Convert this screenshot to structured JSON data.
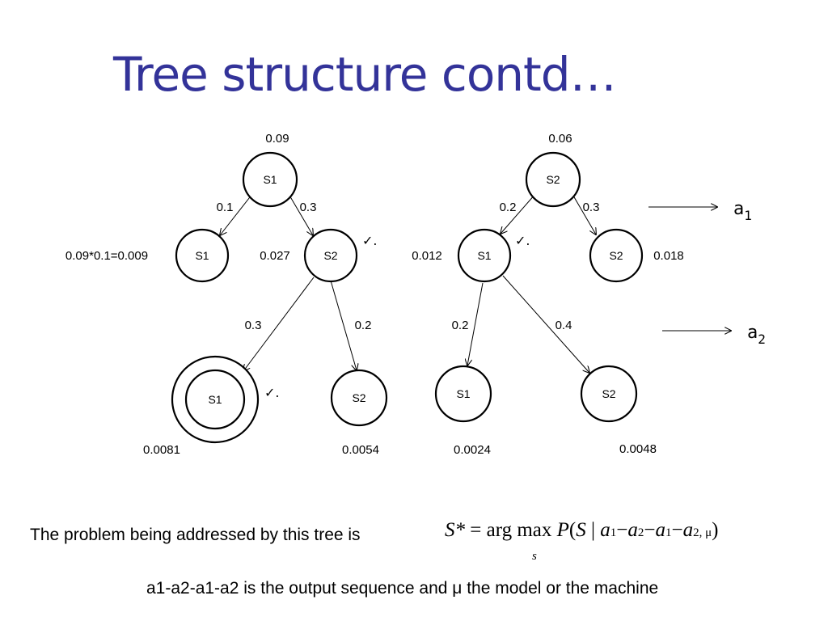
{
  "title": "Tree structure contd…",
  "tree_left": {
    "root": {
      "label": "S1",
      "prob": "0.09"
    },
    "edge_root_left": "0.1",
    "edge_root_right": "0.3",
    "level1_left": {
      "label": "S1",
      "prob": "0.09*0.1=0.009"
    },
    "level1_right": {
      "label": "S2",
      "prob": "0.027",
      "check": "✓."
    },
    "edge_l1_left": "0.3",
    "edge_l1_right": "0.2",
    "level2_left": {
      "label": "S1",
      "prob": "0.0081",
      "check": "✓."
    },
    "level2_right": {
      "label": "S2",
      "prob": "0.0054"
    }
  },
  "tree_right": {
    "root": {
      "label": "S2",
      "prob": "0.06"
    },
    "edge_root_left": "0.2",
    "edge_root_right": "0.3",
    "level1_left": {
      "label": "S1",
      "prob": "0.012",
      "check": "✓."
    },
    "level1_right": {
      "label": "S2",
      "prob": "0.018"
    },
    "edge_l1_left": "0.2",
    "edge_l1_right": "0.4",
    "level2_left": {
      "label": "S1",
      "prob": "0.0024"
    },
    "level2_right": {
      "label": "S2",
      "prob": "0.0048"
    }
  },
  "outputs": {
    "a1": {
      "base": "a",
      "sub": "1"
    },
    "a2": {
      "base": "a",
      "sub": "2"
    }
  },
  "problem_statement": "The problem being addressed by this tree is",
  "formula": {
    "lhs": "S*",
    "eq": "=",
    "op": "arg max",
    "func": "P",
    "open": "(",
    "var": "S",
    "bar": "|",
    "a": "a",
    "sub1": "1",
    "sub2": "2",
    "minus": "−",
    "sub_last": "2, μ",
    "close": ")",
    "under": "s"
  },
  "note": "a1-a2-a1-a2 is the output sequence and μ the model or the machine"
}
